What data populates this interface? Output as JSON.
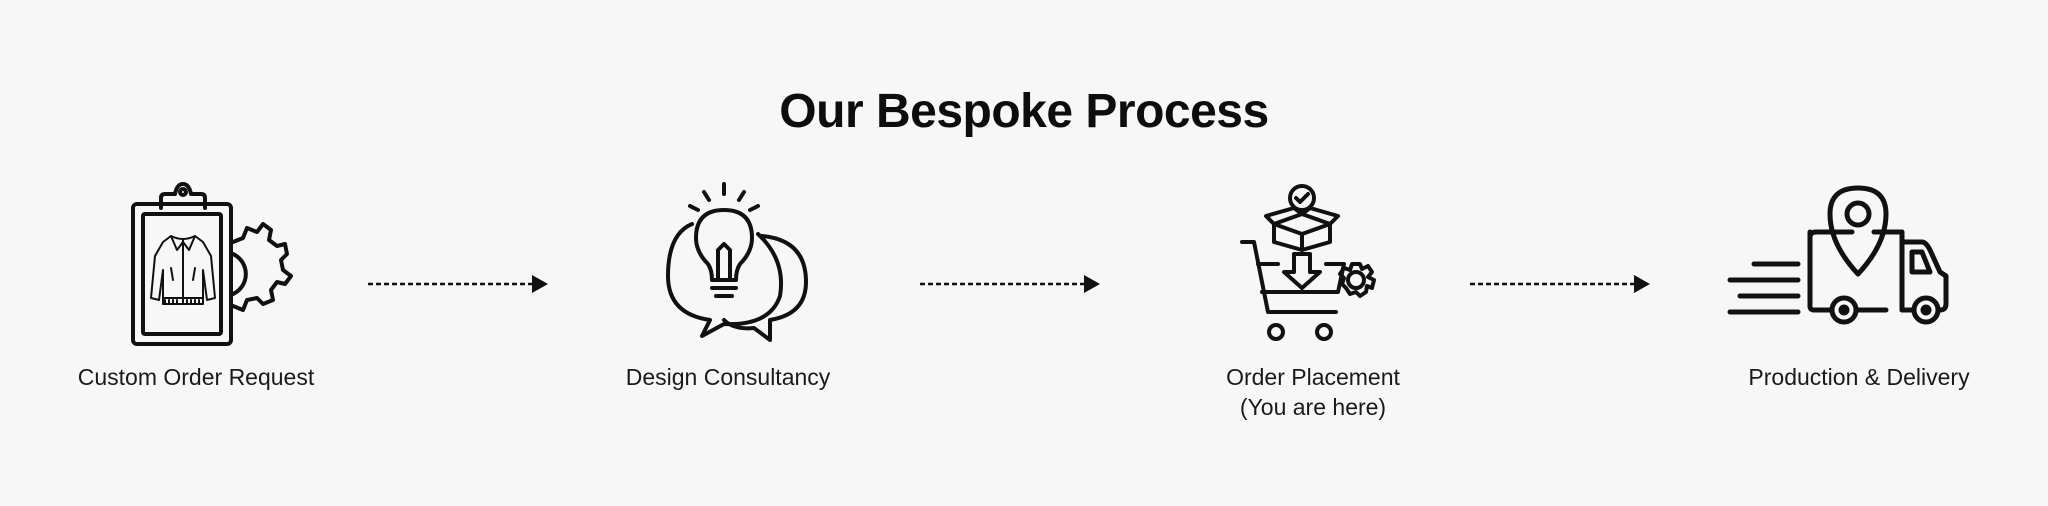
{
  "title": "Our Bespoke Process",
  "steps": [
    {
      "label": "Custom Order Request",
      "icon": "clipboard-jacket-gear-icon"
    },
    {
      "label": "Design Consultancy",
      "icon": "lightbulb-chat-icon"
    },
    {
      "label": "Order Placement",
      "sublabel": "(You are here)",
      "icon": "cart-box-icon"
    },
    {
      "label": "Production & Delivery",
      "icon": "delivery-truck-icon"
    }
  ],
  "colors": {
    "background": "#f7f7f7",
    "ink": "#111111"
  }
}
